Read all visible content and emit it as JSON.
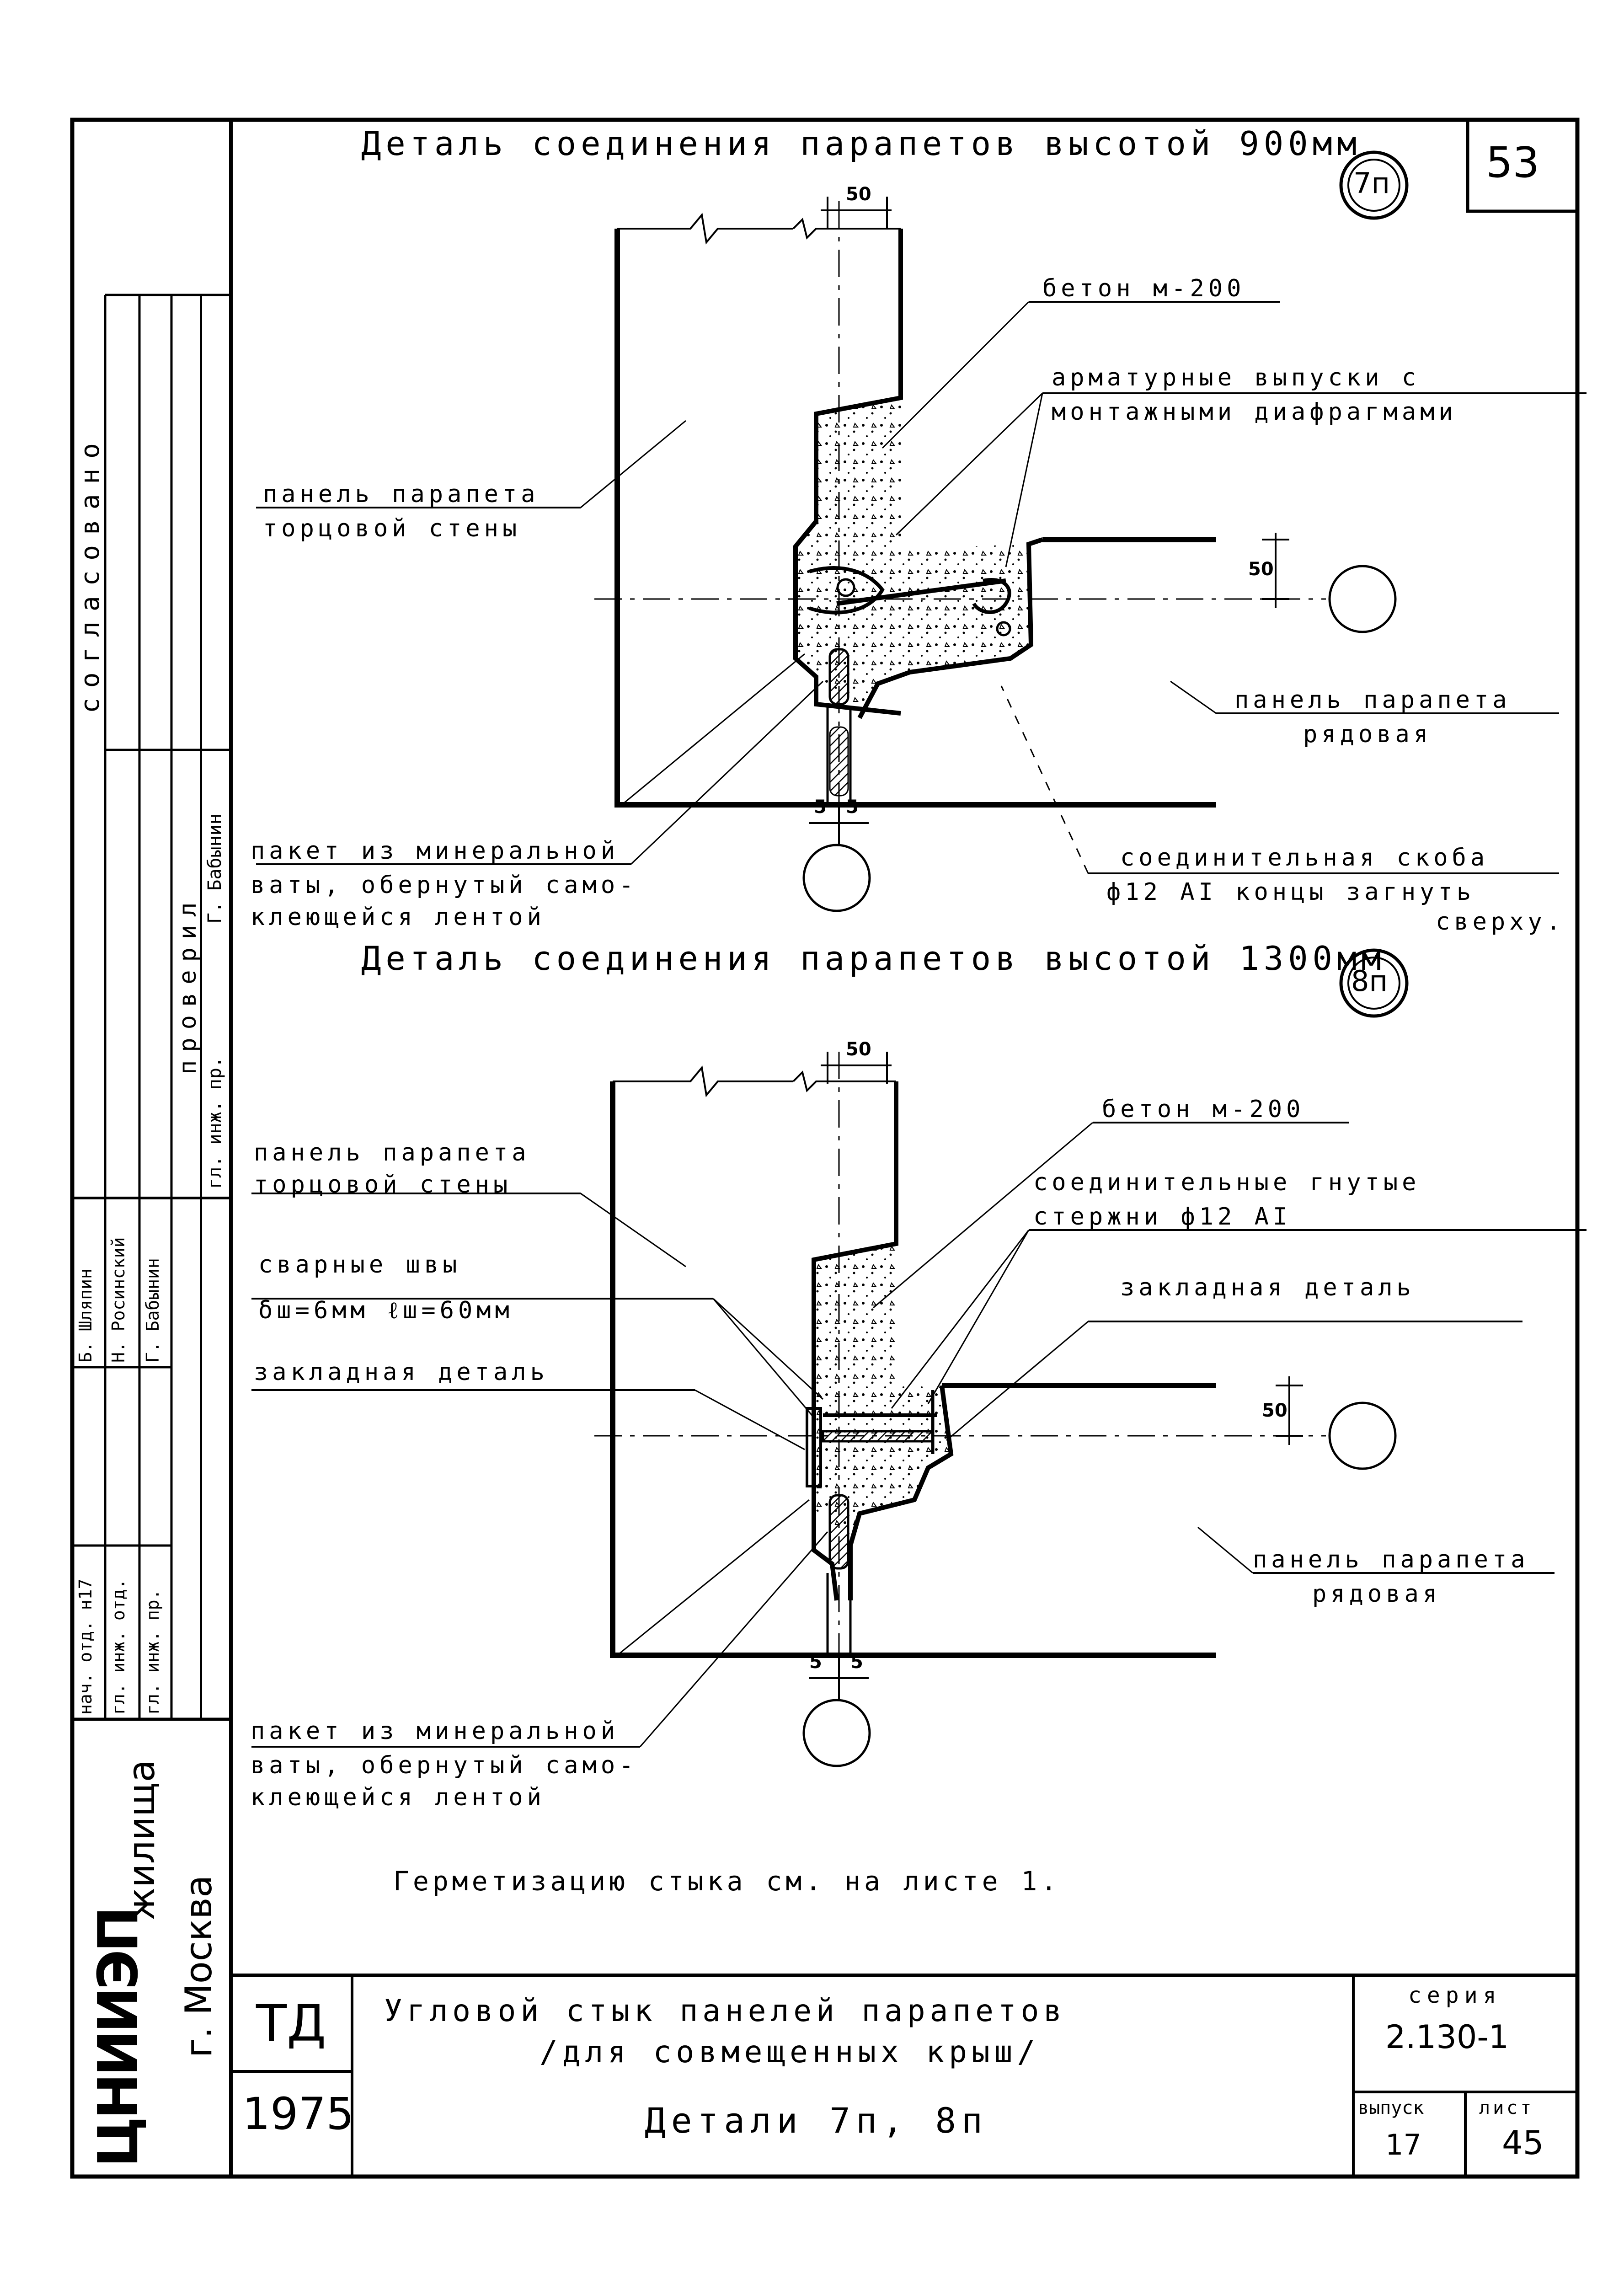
{
  "sheet_number": "53",
  "detail_7p": {
    "title": "Деталь соединения парапетов высотой 900мм",
    "marker": "7п",
    "dim_width": "50",
    "dim_height": "50",
    "dim_gap_left": "5",
    "dim_gap_right": "5",
    "labels": {
      "concrete": "бетон м-200",
      "rebar_1": "арматурные выпуски с",
      "rebar_2": "монтажными диафрагмами",
      "end_panel_1": "панель парапета",
      "end_panel_2": "торцовой стены",
      "row_panel_1": "панель парапета",
      "row_panel_2": "рядовая",
      "wool_1": "пакет из минеральной",
      "wool_2": "ваты, обернутый само-",
      "wool_3": "клеющейся лентой",
      "bracket_1": "соединительная скоба",
      "bracket_2": "ф12 AI концы загнуть",
      "bracket_3": "сверху."
    }
  },
  "detail_8p": {
    "title": "Деталь соединения парапетов высотой 1300мм",
    "marker": "8п",
    "dim_width": "50",
    "dim_height": "50",
    "dim_gap_left": "5",
    "dim_gap_right": "5",
    "labels": {
      "concrete": "бетон м-200",
      "end_panel_1": "панель парапета",
      "end_panel_2": "торцовой стены",
      "rods_1": "соединительные гнутые",
      "rods_2": "стержни ф12 AI",
      "welds_1": "сварные швы",
      "welds_2": "δш=6мм ℓш=60мм",
      "embedded_left": "закладная деталь",
      "embedded_right": "закладная деталь",
      "row_panel_1": "панель парапета",
      "row_panel_2": "рядовая",
      "wool_1": "пакет из минеральной",
      "wool_2": "ваты, обернутый само-",
      "wool_3": "клеющейся лентой"
    }
  },
  "note": "Герметизацию стыка см. на листе 1.",
  "side_stamp": {
    "agreed": "согласовано",
    "checked": "проверил",
    "checked_role": "гл. инж. пр.",
    "checked_name": "Г. Бабынин",
    "roles": [
      "нач. отд. н17",
      "гл. инж. отд.",
      "гл. инж. пр."
    ],
    "names": [
      "Б. Шляпин",
      "Н. Росинский",
      "Г. Бабынин"
    ]
  },
  "org": {
    "name": "ЦНИИЭП",
    "subject": "жилища",
    "city": "г. Москва"
  },
  "title_block": {
    "code": "ТД",
    "year": "1975",
    "title_1": "Угловой стык панелей парапетов",
    "title_2": "/для совмещенных крыш/",
    "title_3": "Детали 7п, 8п",
    "series_label": "серия",
    "series": "2.130-1",
    "issue_label": "выпуск",
    "issue": "17",
    "sheet_label": "лист",
    "sheet": "45"
  }
}
